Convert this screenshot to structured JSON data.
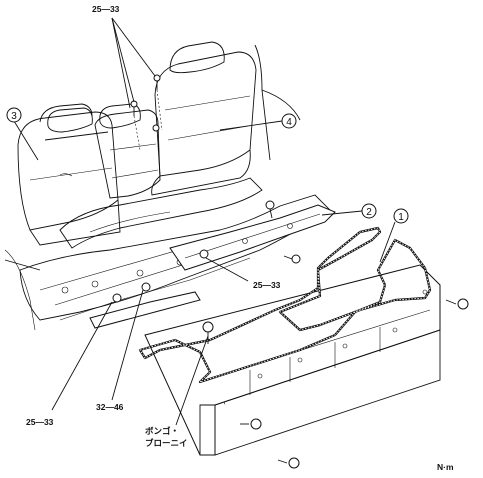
{
  "labels": {
    "torque_top": "25—33",
    "torque_mid_right": "25—33",
    "torque_bottom_left": "25—33",
    "torque_bottom_mid": "32—46",
    "sealant_line1": "ボンゴ・",
    "sealant_line2": "ブローニイ",
    "unit": "N·m"
  },
  "callouts": {
    "c1": "1",
    "c2": "2",
    "c3": "3",
    "c4": "4"
  }
}
